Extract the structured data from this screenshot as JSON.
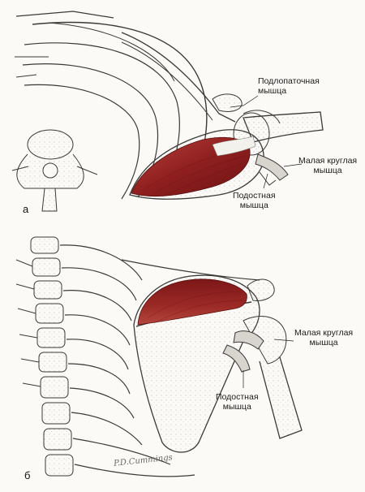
{
  "panels": [
    {
      "letter": "а",
      "labels": [
        {
          "id": "subscapularis",
          "line1": "Подлопаточная",
          "line2": "мышца"
        },
        {
          "id": "teres-minor",
          "line1": "Малая круглая",
          "line2": "мышца"
        },
        {
          "id": "infraspinatus",
          "line1": "Подостная",
          "line2": "мышца"
        }
      ]
    },
    {
      "letter": "б",
      "labels": [
        {
          "id": "teres-minor",
          "line1": "Малая круглая",
          "line2": "мышца"
        },
        {
          "id": "infraspinatus",
          "line1": "Подостная",
          "line2": "мышца"
        }
      ]
    }
  ],
  "signature": "P.D.Cummings",
  "colors": {
    "muscle": "#8f1f1f",
    "muscle_light": "#b33b36",
    "bone": "#efede8",
    "ink": "#3a3a3a"
  }
}
